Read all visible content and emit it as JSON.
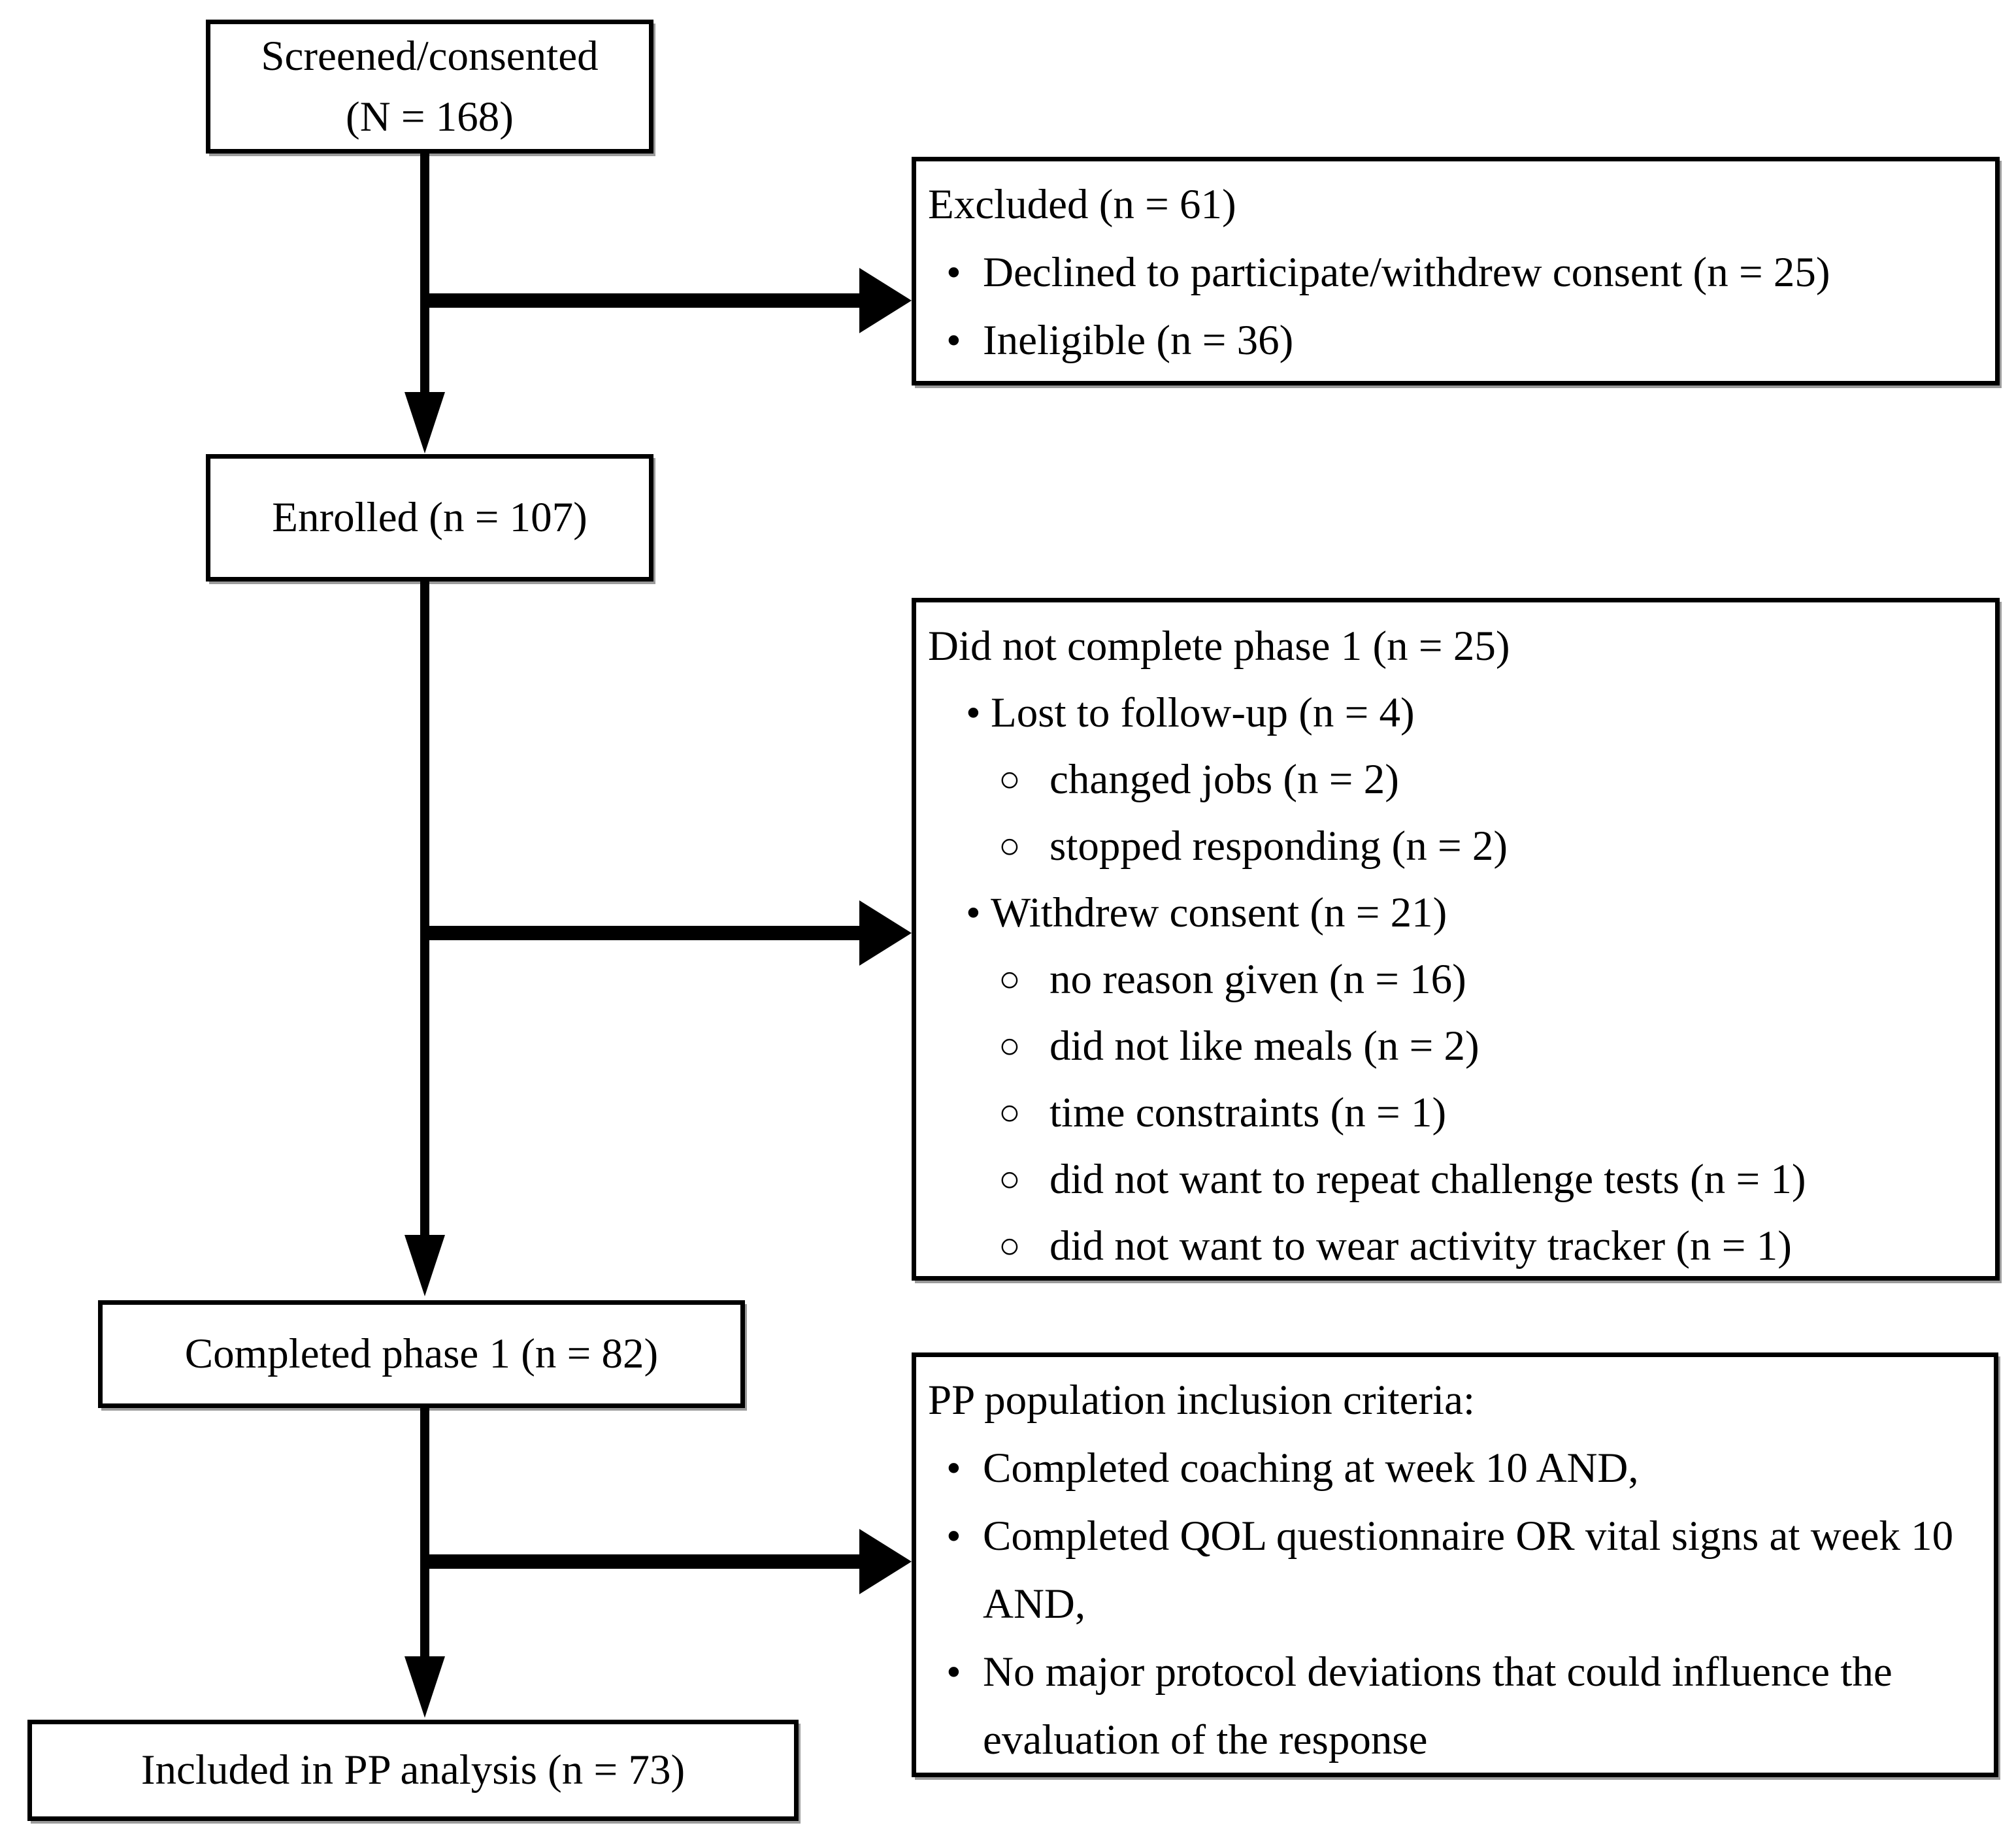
{
  "flowchart": {
    "main_path": {
      "screened": {
        "title": "Screened/consented",
        "count": "(N = 168)"
      },
      "enrolled": {
        "label": "Enrolled (n = 107)"
      },
      "completed_phase1": {
        "label": "Completed phase 1 (n = 82)"
      },
      "included_pp": {
        "label": "Included in PP analysis (n = 73)"
      }
    },
    "side_boxes": {
      "excluded": {
        "title": "Excluded (n = 61)",
        "items": [
          {
            "bullet": "•",
            "text": "Declined to participate/withdrew consent (n = 25)"
          },
          {
            "bullet": "•",
            "text": "Ineligible (n = 36)"
          }
        ]
      },
      "did_not_complete": {
        "title": "Did not complete phase 1 (n = 25)",
        "items": [
          {
            "bullet": "•",
            "level": 1,
            "text": "Lost to follow-up (n = 4)"
          },
          {
            "bullet": "○",
            "level": 2,
            "text": "changed jobs (n = 2)"
          },
          {
            "bullet": "○",
            "level": 2,
            "text": "stopped responding (n = 2)"
          },
          {
            "bullet": "•",
            "level": 1,
            "text": "Withdrew consent (n = 21)"
          },
          {
            "bullet": "○",
            "level": 2,
            "text": "no reason given (n = 16)"
          },
          {
            "bullet": "○",
            "level": 2,
            "text": "did not like meals (n = 2)"
          },
          {
            "bullet": "○",
            "level": 2,
            "text": "time constraints (n = 1)"
          },
          {
            "bullet": "○",
            "level": 2,
            "text": "did not want to repeat challenge tests (n = 1)"
          },
          {
            "bullet": "○",
            "level": 2,
            "text": "did not want to wear activity tracker (n = 1)"
          }
        ]
      },
      "pp_criteria": {
        "title": "PP population inclusion criteria:",
        "items": [
          {
            "bullet": "•",
            "text": "Completed coaching at week 10 AND,"
          },
          {
            "bullet": "•",
            "text": "Completed QOL questionnaire OR vital signs at week 10 AND,"
          },
          {
            "bullet": "•",
            "text": "No major protocol deviations that could influence the evaluation of the response"
          }
        ]
      }
    },
    "colors": {
      "line": "#000000",
      "background": "#ffffff",
      "text": "#000000"
    }
  }
}
